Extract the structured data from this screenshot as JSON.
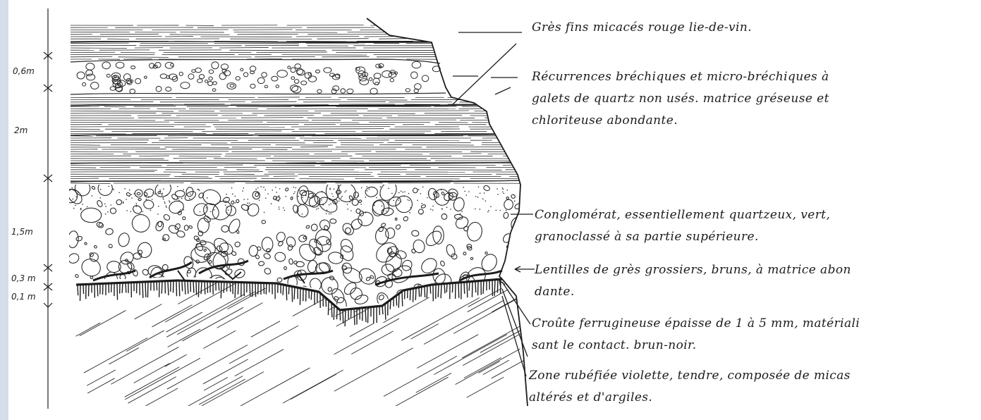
{
  "scale": {
    "labels": [
      "0,6m",
      "2m",
      "1,5m",
      "0,3 m",
      "0,1 m"
    ]
  },
  "legend": [
    {
      "lines": [
        "Grès fins micacés rouge lie-de-vin."
      ]
    },
    {
      "lines": [
        "Récurrences bréchiques et micro-bréchiques à",
        "galets de quartz non usés. matrice gréseuse et",
        "chloriteuse abondante."
      ]
    },
    {
      "lines": [
        "Conglomérat, essentiellement quartzeux, vert,",
        "granoclassé à sa partie supérieure."
      ]
    },
    {
      "lines": [
        "Lentilles de grès grossiers, bruns, à matrice abon",
        "dante."
      ]
    },
    {
      "lines": [
        "Croûte ferrugineuse épaisse de 1 à 5 mm, matériali",
        "sant le contact. brun-noir."
      ]
    },
    {
      "lines": [
        "Zone rubéfiée violette, tendre, composée de micas",
        "altérés et d'argiles."
      ]
    }
  ],
  "colors": {
    "ink": "#1c1c1c",
    "paper": "#ffffff",
    "frame": "#d4dee8"
  }
}
